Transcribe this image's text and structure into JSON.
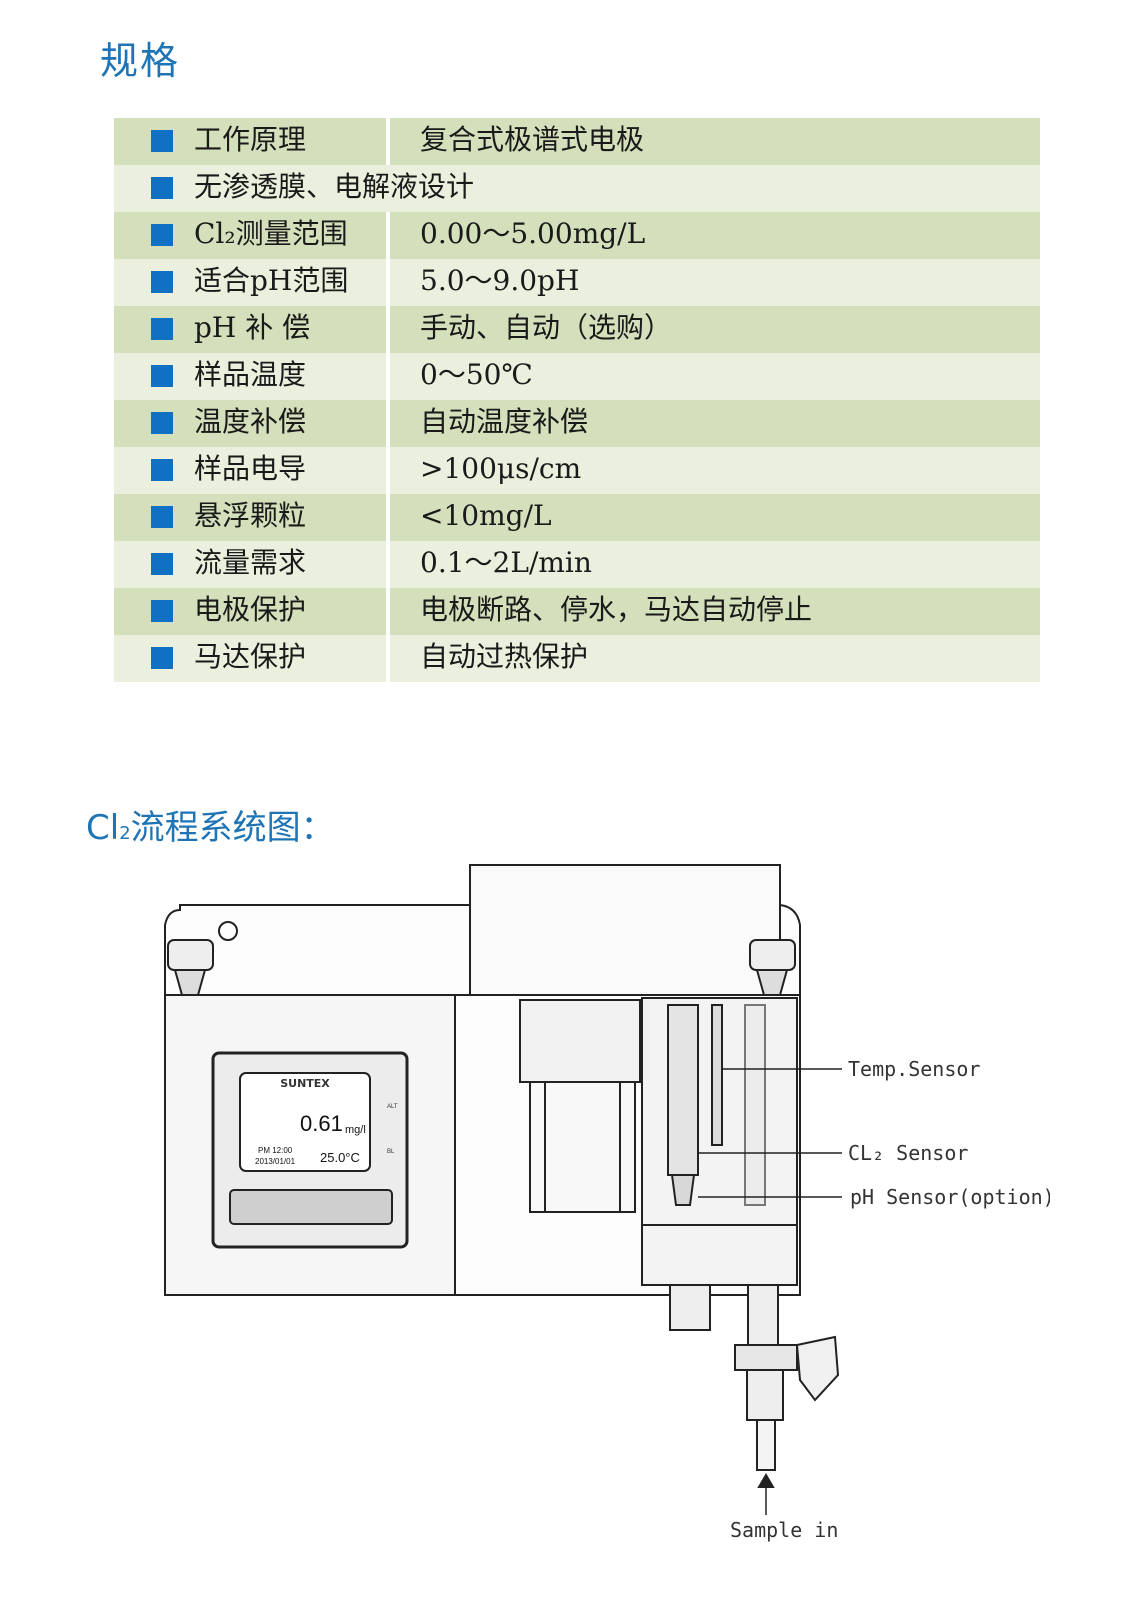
{
  "spec_title": "规格",
  "spec_rows": [
    {
      "label": "工作原理",
      "value": "复合式极谱式电极"
    },
    {
      "label": "无渗透膜、电解液设计",
      "value": ""
    },
    {
      "label": "Cl₂测量范围",
      "value": "0.00～5.00mg/L"
    },
    {
      "label": "适合pH范围",
      "value": "5.0～9.0pH"
    },
    {
      "label": "pH 补 偿",
      "value": "手动、自动（选购）"
    },
    {
      "label": "样品温度",
      "value": "0～50℃"
    },
    {
      "label": "温度补偿",
      "value": "自动温度补偿"
    },
    {
      "label": "样品电导",
      "value": ">100μs/cm"
    },
    {
      "label": "悬浮颗粒",
      "value": "<10mg/L"
    },
    {
      "label": "流量需求",
      "value": "0.1～2L/min"
    },
    {
      "label": "电极保护",
      "value": "电极断路、停水，马达自动停止"
    },
    {
      "label": "马达保护",
      "value": "自动过热保护"
    }
  ],
  "diagram_title": {
    "main": "Cl",
    "sub": "2",
    "rest": "流程系统图："
  },
  "device": {
    "brand": "SUNTEX",
    "reading": "0.61",
    "unit": "mg/l",
    "time": "PM 12:00",
    "date": "2013/01/01",
    "temperature": "25.0°C",
    "side_label_1": "ALT",
    "side_label_2": "BL"
  },
  "callouts": {
    "temp": "Temp.Sensor",
    "cl2": "CL₂ Sensor",
    "ph": "pH Sensor(option)",
    "sample": "Sample in"
  },
  "colors": {
    "accent": "#1e74b5",
    "bullet": "#1270c2",
    "row_dark": "#d4dfbb",
    "row_light": "#eaf0dd"
  }
}
